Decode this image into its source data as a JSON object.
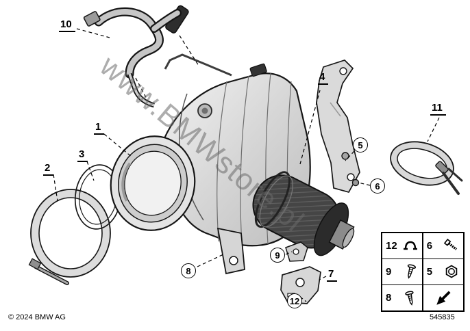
{
  "meta": {
    "watermark": "www.BMWstore.pl",
    "copyright": "© 2024 BMW AG",
    "diagram_number": "545835",
    "accent_color": "#000000",
    "background_color": "#ffffff"
  },
  "callouts": {
    "n1": "1",
    "n2": "2",
    "n3": "3",
    "n4": "4",
    "n5": "5",
    "n6": "6",
    "n7": "7",
    "n8": "8",
    "n9": "9",
    "n10": "10",
    "n11": "11",
    "n12": "12"
  },
  "legend": {
    "rows": [
      [
        {
          "num": "12",
          "icon": "clamp-icon"
        },
        {
          "num": "6",
          "icon": "bolt-icon"
        }
      ],
      [
        {
          "num": "9",
          "icon": "screw-icon"
        },
        {
          "num": "5",
          "icon": "flange-nut-icon"
        }
      ],
      [
        {
          "num": "8",
          "icon": "screw-icon"
        },
        {
          "num": "",
          "icon": "direction-arrow-icon"
        }
      ]
    ]
  }
}
